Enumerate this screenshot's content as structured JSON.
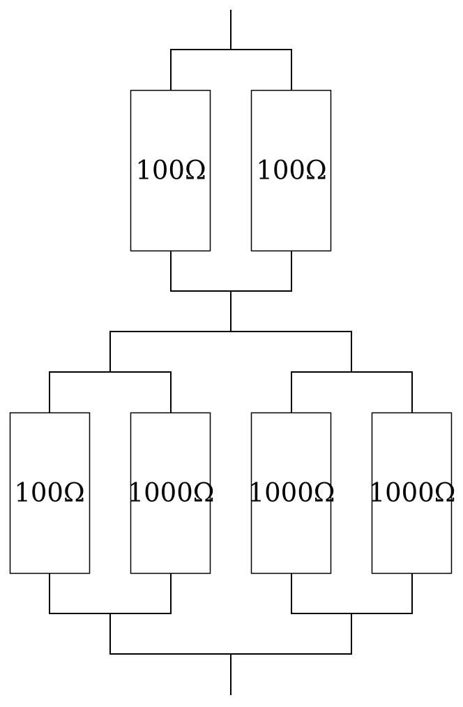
{
  "diagram": {
    "resistors": [
      {
        "id": "r1",
        "value": "100Ω"
      },
      {
        "id": "r2",
        "value": "100Ω"
      },
      {
        "id": "r3",
        "value": "100Ω"
      },
      {
        "id": "r4",
        "value": "1000Ω"
      },
      {
        "id": "r5",
        "value": "1000Ω"
      },
      {
        "id": "r6",
        "value": "1000Ω"
      }
    ]
  }
}
